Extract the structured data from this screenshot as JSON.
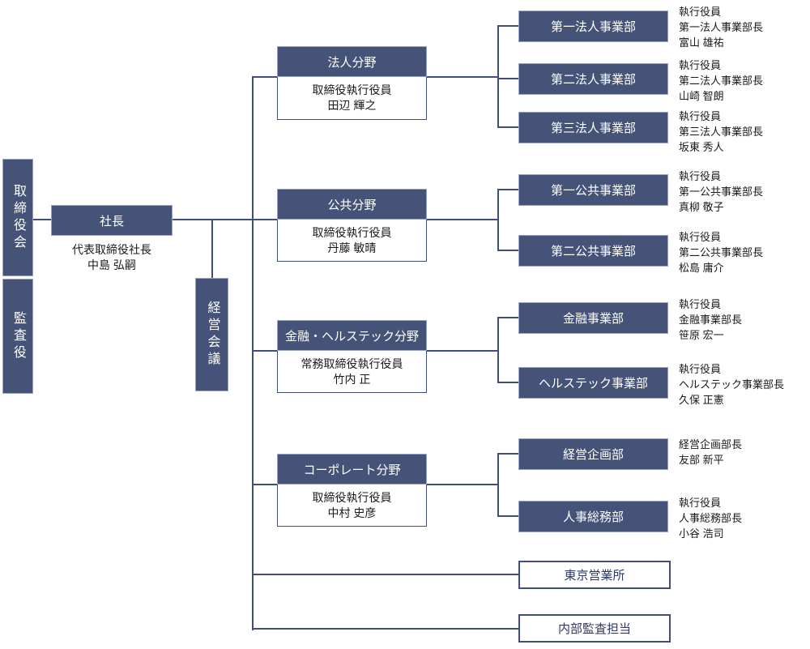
{
  "colors": {
    "box_fill": "#465378",
    "box_border": "#9AA3C2",
    "line": "#414D7B",
    "accent_text": "#2E3A66"
  },
  "left_column": {
    "board": "取締役会",
    "audit": "監査役"
  },
  "president": {
    "label": "社長",
    "subtitle": "代表取締役社長\n中島 弘嗣"
  },
  "management_meeting": "経営会議",
  "divisions": [
    {
      "name": "法人分野",
      "head": "取締役執行役員\n田辺 輝之",
      "departments": [
        {
          "name": "第一法人事業部",
          "staff": "執行役員\n第一法人事業部長\n富山 雄祐"
        },
        {
          "name": "第二法人事業部",
          "staff": "執行役員\n第二法人事業部長\n山崎 智朗"
        },
        {
          "name": "第三法人事業部",
          "staff": "執行役員\n第三法人事業部長\n坂東 秀人"
        }
      ]
    },
    {
      "name": "公共分野",
      "head": "取締役執行役員\n丹藤 敏晴",
      "departments": [
        {
          "name": "第一公共事業部",
          "staff": "執行役員\n第一公共事業部長\n真柳 敬子"
        },
        {
          "name": "第二公共事業部",
          "staff": "執行役員\n第二公共事業部長\n松島 庸介"
        }
      ]
    },
    {
      "name": "金融・ヘルステック分野",
      "head": "常務取締役執行役員\n竹内 正",
      "departments": [
        {
          "name": "金融事業部",
          "staff": "執行役員\n金融事業部長\n笹原 宏一"
        },
        {
          "name": "ヘルステック事業部",
          "staff": "執行役員\nヘルステック事業部長\n久保 正憲"
        }
      ]
    },
    {
      "name": "コーポレート分野",
      "head": "取締役執行役員\n中村 史彦",
      "departments": [
        {
          "name": "経営企画部",
          "staff": "経営企画部長\n友部 新平"
        },
        {
          "name": "人事総務部",
          "staff": "執行役員\n人事総務部長\n小谷 浩司"
        }
      ]
    }
  ],
  "direct_units": [
    "東京営業所",
    "内部監査担当"
  ]
}
